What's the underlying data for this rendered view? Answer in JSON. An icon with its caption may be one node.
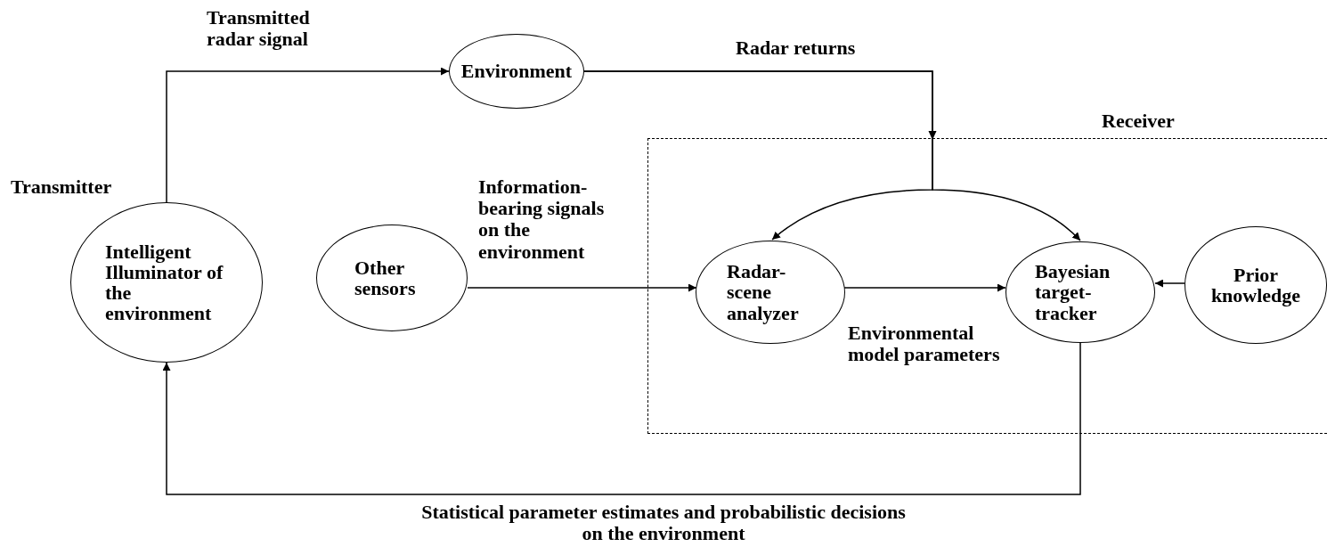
{
  "diagram": {
    "nodes": [
      {
        "text": [
          "Receiver"
        ]
      },
      {
        "text": [
          "Intelligent Illuminator of the environment"
        ],
        "beside": [
          "Transmitter"
        ]
      },
      {
        "text": [
          "Environment"
        ]
      },
      {
        "text": [
          "Other sensors"
        ]
      },
      {
        "text": [
          "Radar-scene analyzer"
        ],
        "in": 0
      },
      {
        "text": [
          "Bayesian target-tracker"
        ],
        "in": 0
      },
      {
        "text": [
          "Prior knowledge"
        ],
        "in": 0
      }
    ],
    "edges": [
      {
        "from": 1,
        "to": 2,
        "arrow": "to",
        "label": "Transmitted radar signal"
      },
      {
        "from": 2,
        "to": 4,
        "arrow": "to",
        "label": "Radar returns"
      },
      {
        "from": 2,
        "to": 5,
        "arrow": "to"
      },
      {
        "from": 3,
        "to": 4,
        "arrow": "to",
        "label": "Information-bearing signals on the environment"
      },
      {
        "from": 4,
        "to": 5,
        "arrow": "to",
        "label": "Environmental model parameters"
      },
      {
        "from": 6,
        "to": 5,
        "arrow": "to"
      },
      {
        "from": 5,
        "to": 1,
        "arrow": "to",
        "label": "Statistical parameter estimates and probabilistic decisions on the environment"
      }
    ]
  }
}
